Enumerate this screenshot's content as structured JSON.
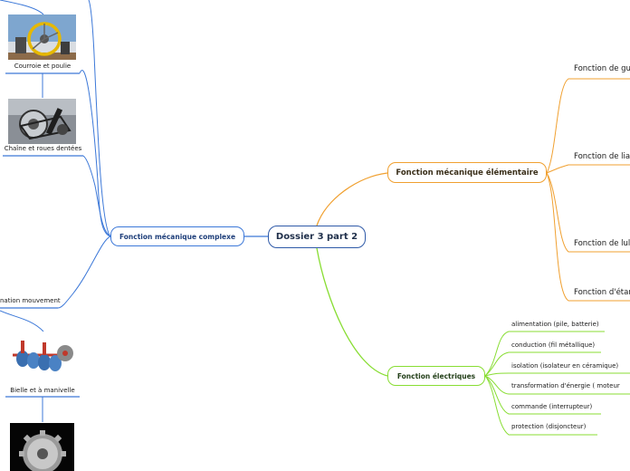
{
  "root": {
    "label": "Dossier 3 part 2"
  },
  "complex": {
    "label": "Fonction mécanique complexe",
    "items": [
      {
        "caption": "Courroie et poulie",
        "image": "belt-pulley-photo"
      },
      {
        "caption": "Chaîne et roues dentées",
        "image": "bike-chain-photo"
      },
      {
        "caption": "Bielle et à manivelle",
        "image": "crankshaft-image"
      }
    ],
    "partial_label": "nation mouvement",
    "bottom_image": "gear-image"
  },
  "meca": {
    "label": "Fonction mécanique élémentaire",
    "children": [
      "Fonction de gu",
      "Fonction de lia",
      "Fonction de lul",
      "Fonction d'étan"
    ]
  },
  "elec": {
    "label": "Fonction électriques",
    "children": [
      "alimentation (pile, batterie)",
      "conduction (fil métallique)",
      "isolation (isolateur en céramique)",
      "transformation d'énergie ( moteur",
      "commande (interrupteur)",
      "protection (disjoncteur)"
    ]
  },
  "colors": {
    "blue": "#3c78d8",
    "orange": "#f0a030",
    "green": "#88dd33"
  }
}
